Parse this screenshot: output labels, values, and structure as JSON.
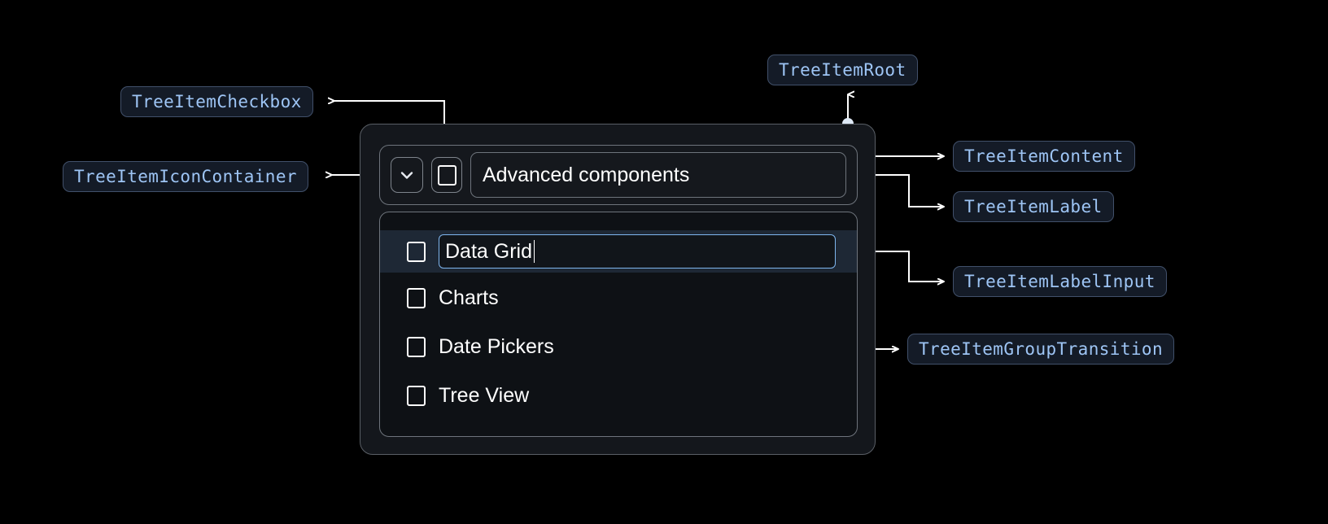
{
  "annotations": [
    {
      "id": "tree-item-checkbox",
      "label": "TreeItemCheckbox"
    },
    {
      "id": "tree-item-icon-container",
      "label": "TreeItemIconContainer"
    },
    {
      "id": "tree-item-root",
      "label": "TreeItemRoot"
    },
    {
      "id": "tree-item-content",
      "label": "TreeItemContent"
    },
    {
      "id": "tree-item-label",
      "label": "TreeItemLabel"
    },
    {
      "id": "tree-item-label-input",
      "label": "TreeItemLabelInput"
    },
    {
      "id": "tree-item-group-transition",
      "label": "TreeItemGroupTransition"
    }
  ],
  "tree": {
    "parent": {
      "label": "Advanced components",
      "expand_icon": "chevron-down-icon",
      "checkbox_state": "unchecked"
    },
    "children": [
      {
        "label": "Data Grid",
        "checkbox_state": "unchecked",
        "selected": true,
        "editing": true
      },
      {
        "label": "Charts",
        "checkbox_state": "unchecked",
        "selected": false,
        "editing": false
      },
      {
        "label": "Date Pickers",
        "checkbox_state": "unchecked",
        "selected": false,
        "editing": false
      },
      {
        "label": "Tree View",
        "checkbox_state": "unchecked",
        "selected": false,
        "editing": false
      }
    ]
  },
  "colors": {
    "background": "#000000",
    "chip_background": "#141b27",
    "chip_border": "#41506a",
    "chip_text": "#9ec5f5",
    "connector": "#ffffff",
    "input_focus_border": "#7fb6ef",
    "selected_row_background": "#1e2835"
  }
}
